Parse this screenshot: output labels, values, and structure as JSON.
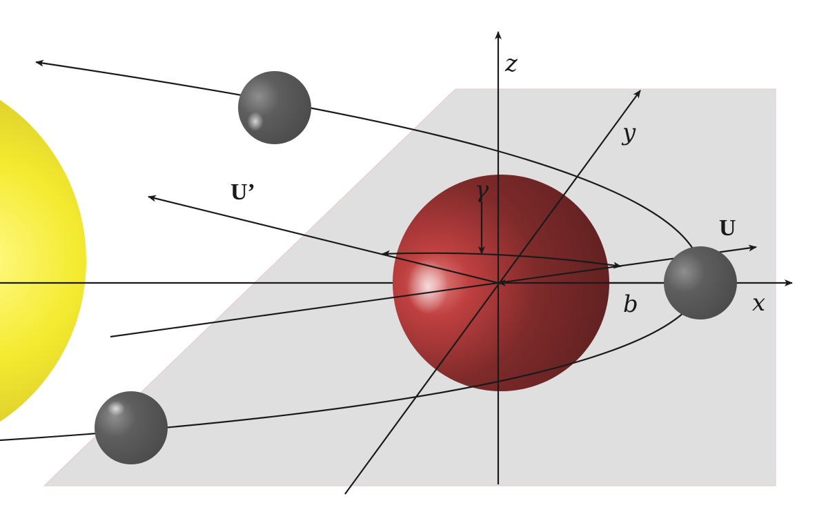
{
  "labels": {
    "z_axis": "z",
    "y_axis": "y",
    "x_axis": "x",
    "velocity_out": "U’",
    "velocity_in": "U",
    "angle": "γ",
    "impact_parameter": "b"
  },
  "colors": {
    "plane": "#dfdfe0",
    "sun": "#f2e52e",
    "planet": "#8a2a2a",
    "moon": "#5a5a5a",
    "line": "#1a1a1a"
  }
}
